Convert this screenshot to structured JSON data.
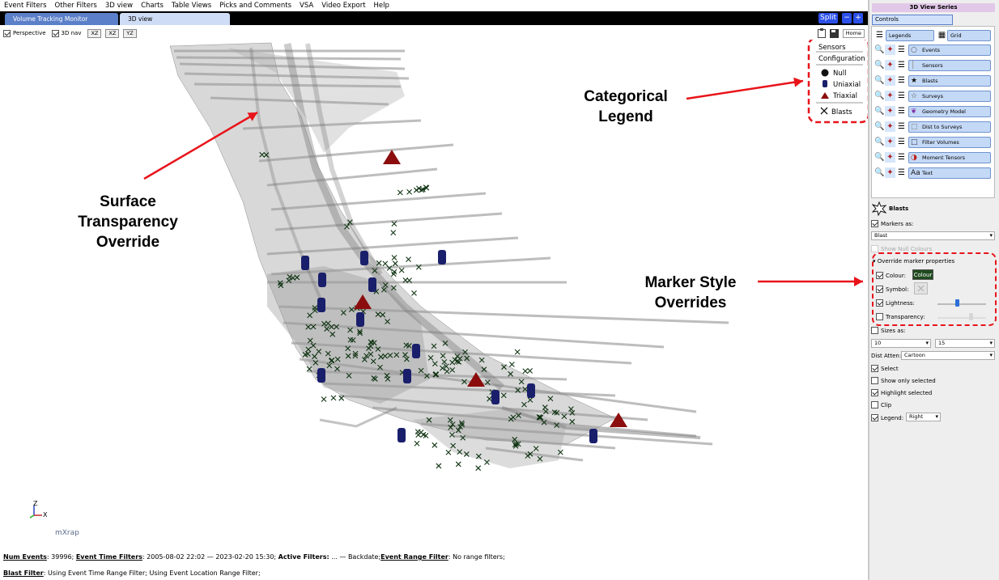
{
  "menu": [
    "Event Filters",
    "Other Filters",
    "3D view",
    "Charts",
    "Table Views",
    "Picks and Comments",
    "VSA",
    "Video Export",
    "Help"
  ],
  "tabs": [
    "Volume Tracking Monitor",
    "3D view"
  ],
  "window_buttons": {
    "split": "Split",
    "minus": "−",
    "plus": "+"
  },
  "toolbar": {
    "perspective": "Perspective",
    "nav3d": "3D nav",
    "xz_btn": "XZ",
    "xz2_btn": "XZ",
    "yz_btn": "YZ",
    "home": "Home"
  },
  "legend": {
    "sensors": "Sensors",
    "configuration": "Configuration",
    "items": [
      "Null",
      "Uniaxial",
      "Triaxial"
    ],
    "blasts": "Blasts"
  },
  "axis": {
    "z": "Z",
    "x": "X"
  },
  "logo": "mXrap",
  "annotations": {
    "surface": [
      "Surface",
      "Transparency",
      "Override"
    ],
    "legend": [
      "Categorical",
      "Legend"
    ],
    "marker": [
      "Marker Style",
      "Overrides"
    ]
  },
  "colors": {
    "accent": "#2b4fe8",
    "annotation": "#e8141a",
    "blast_x": "#0f3312",
    "sensor_uniaxial": "#1a1f6b",
    "sensor_triaxial": "#8b0d0d",
    "mesh": "#a8a8a8"
  },
  "status": {
    "num_events_label": "Num Events",
    "num_events": ": 39996; ",
    "event_time_label": "Event Time Filters",
    "event_time": ": 2005-08-02 22:02 — 2023-02-20 15:30; ",
    "active_label": "Active Filters:",
    "active": " ... — Backdate;",
    "range_label": "Event Range Filter",
    "range": ": No range filters;",
    "blast_label": "Blast Filter",
    "blast": ": Using Event Time Range Filter; Using Event Location Range Filter;"
  },
  "panel": {
    "title": "3D View Series",
    "controls_tab": "Controls",
    "legends_btn": "Legends",
    "grid_btn": "Grid",
    "series": [
      "Events",
      "Sensors",
      "Blasts",
      "Surveys",
      "Geometry Model",
      "Dist to Surveys",
      "Filter Volumes",
      "Moment Tensors",
      "Text"
    ],
    "section_title": "Blasts",
    "markers_as": "Markers as:",
    "markers_value": "Blast",
    "show_null": "Show Null Colours",
    "override": "Override marker properties",
    "colour_label": "Colour:",
    "colour_btn": "Colour",
    "symbol_label": "Symbol:",
    "lightness_label": "Lightness:",
    "transparency_label": "Transparency:",
    "lightness_level": 0.4,
    "transparency_level": 0.7,
    "sizes_as": "Sizes as:",
    "size_min": "10",
    "size_max": "15",
    "dist_atten": "Dist Atten:",
    "dist_atten_value": "Cartoon",
    "select": "Select",
    "show_only": "Show only selected",
    "highlight": "Highlight selected",
    "clip": "Clip",
    "legend_label": "Legend:",
    "legend_value": "Right"
  }
}
